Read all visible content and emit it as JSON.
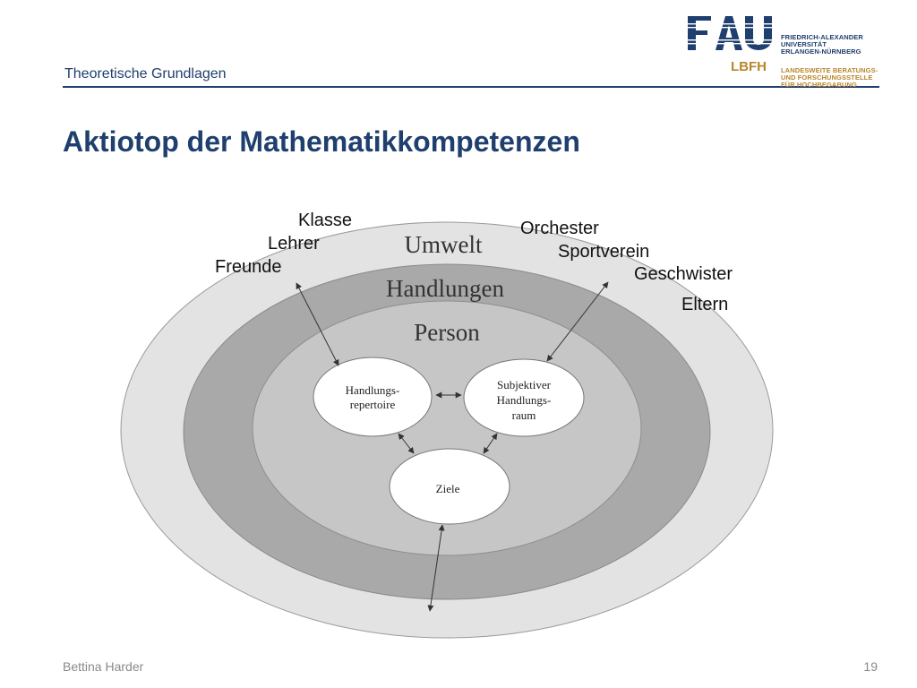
{
  "header": {
    "section": "Theoretische Grundlagen",
    "logo": {
      "mark": "FAU",
      "sub": "LBFH",
      "university_lines": [
        "FRIEDRICH-ALEXANDER",
        "UNIVERSITÄT",
        "ERLANGEN-NÜRNBERG"
      ],
      "center_lines": [
        "LANDESWEITE BERATUNGS-",
        "UND FORSCHUNGSSTELLE",
        "FÜR HOCHBEGABUNG"
      ],
      "colors": {
        "navy": "#1f3f6e",
        "gold": "#b8872a"
      }
    }
  },
  "slide": {
    "title": "Aktiotop der Mathematikkompetenzen"
  },
  "diagram": {
    "rings": {
      "outer": "Umwelt",
      "middle": "Handlungen",
      "inner": "Person"
    },
    "nodes": {
      "repertoire": [
        "Handlungs-",
        "repertoire"
      ],
      "subjektiv": [
        "Subjektiver",
        "Handlungs-",
        "raum"
      ],
      "ziele": "Ziele"
    },
    "environment_left": [
      "Klasse",
      "Lehrer",
      "Freunde"
    ],
    "environment_right": [
      "Orchester",
      "Sportverein",
      "Geschwister",
      "Eltern"
    ],
    "colors": {
      "outer_ring": "#e3e3e3",
      "middle_ring": "#a9a9a9",
      "inner_ring": "#c6c6c6",
      "node_fill": "#ffffff"
    }
  },
  "footer": {
    "author": "Bettina Harder",
    "page": "19"
  }
}
